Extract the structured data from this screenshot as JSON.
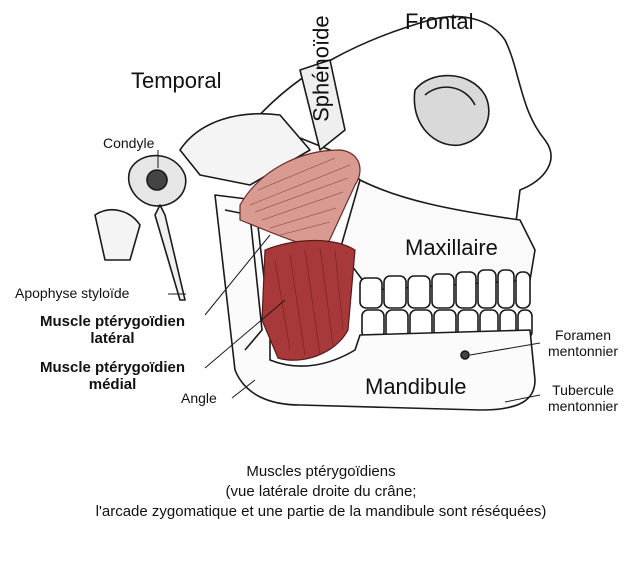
{
  "labels": {
    "frontal": "Frontal",
    "sphenoide": "Sphénoïde",
    "temporal": "Temporal",
    "condyle": "Condyle",
    "maxillaire": "Maxillaire",
    "apophyse_styloide": "Apophyse styloïde",
    "muscle_lateral": [
      "Muscle ptérygoïdien",
      "latéral"
    ],
    "muscle_medial": [
      "Muscle ptérygoïdien",
      "médial"
    ],
    "angle": "Angle",
    "mandibule": "Mandibule",
    "foramen": [
      "Foramen",
      "mentonnier"
    ],
    "tubercule": [
      "Tubercule",
      "mentonnier"
    ]
  },
  "caption": [
    "Muscles ptérygoïdiens",
    "(vue latérale droite du crâne;",
    "l'arcade zygomatique et une partie de la mandibule sont réséquées)"
  ],
  "colors": {
    "line": "#1a1a1a",
    "bone_shade": "#d9d9d9",
    "muscle_lateral": "#d99a92",
    "muscle_medial": "#a8393a"
  }
}
